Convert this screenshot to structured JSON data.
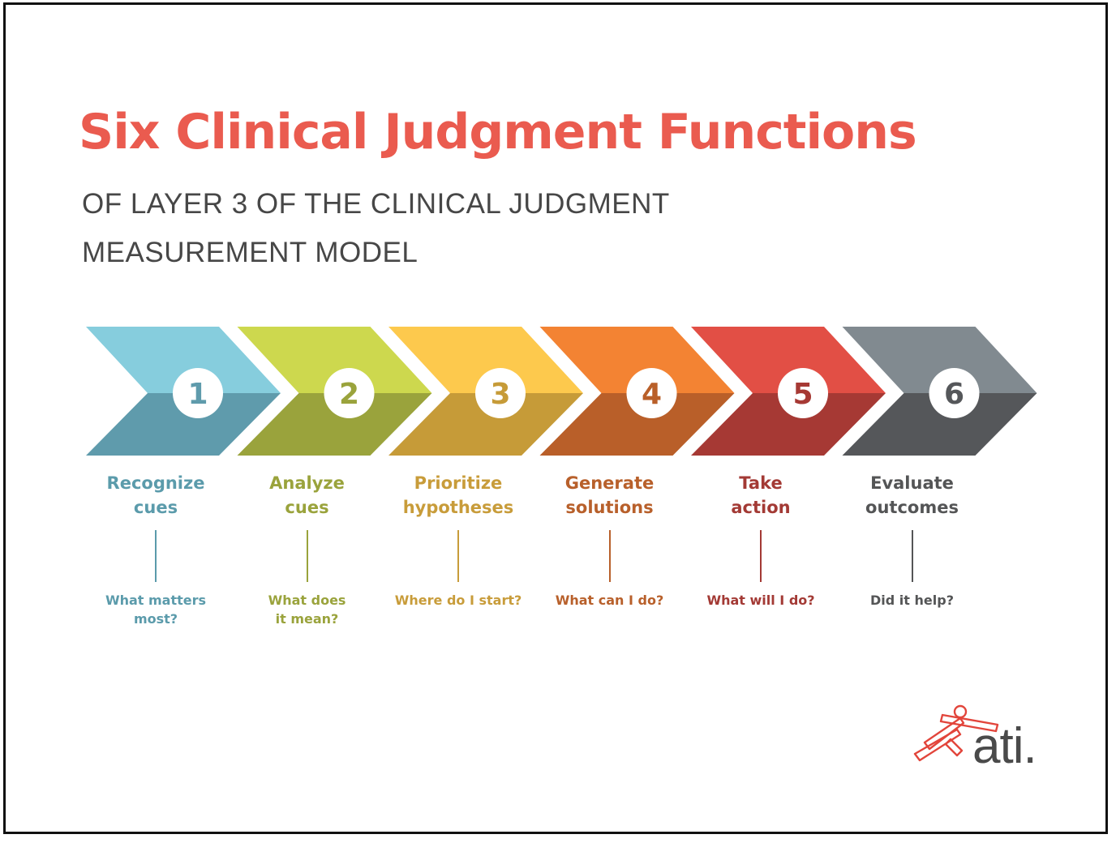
{
  "title": "Six Clinical Judgment Functions",
  "subtitle_lines": [
    "OF LAYER 3 OF THE CLINICAL JUDGMENT",
    "MEASUREMENT MODEL"
  ],
  "steps": [
    {
      "number": "1",
      "label": [
        "Recognize",
        "cues"
      ],
      "question": [
        "What matters",
        "most?"
      ],
      "top_color": "#86cddd",
      "bottom_color": "#5f9bac",
      "text_color": "#5b9bab"
    },
    {
      "number": "2",
      "label": [
        "Analyze",
        "cues"
      ],
      "question": [
        "What does",
        "it mean?"
      ],
      "top_color": "#cdd84e",
      "bottom_color": "#9aa33c",
      "text_color": "#9aa33c"
    },
    {
      "number": "3",
      "label": [
        "Prioritize",
        "hypotheses"
      ],
      "question": [
        "Where do I start?"
      ],
      "top_color": "#fdc94d",
      "bottom_color": "#c69b38",
      "text_color": "#c89c3a"
    },
    {
      "number": "4",
      "label": [
        "Generate",
        "solutions"
      ],
      "question": [
        "What can I do?"
      ],
      "top_color": "#f38333",
      "bottom_color": "#b95f29",
      "text_color": "#b8602b"
    },
    {
      "number": "5",
      "label": [
        "Take",
        "action"
      ],
      "question": [
        "What will I do?"
      ],
      "top_color": "#e24f45",
      "bottom_color": "#a63934",
      "text_color": "#a33a35"
    },
    {
      "number": "6",
      "label": [
        "Evaluate",
        "outcomes"
      ],
      "question": [
        "Did it help?"
      ],
      "top_color": "#818a90",
      "bottom_color": "#55575a",
      "text_color": "#545556"
    }
  ],
  "logo": {
    "text": "ati.",
    "mark_color": "#e2453b",
    "text_color": "#4a4a4a"
  }
}
